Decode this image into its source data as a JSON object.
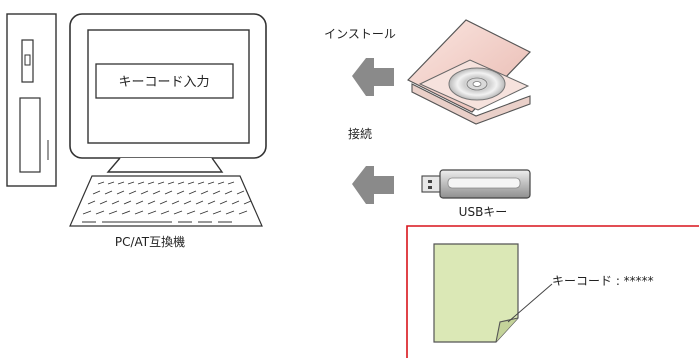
{
  "screen": {
    "input_label": "キーコード入力"
  },
  "computer_label": "PC/AT互換機",
  "install_label": "インストール",
  "connect_label": "接続",
  "usb_label": "USBキー",
  "keycode_label": "キーコード : *****",
  "colors": {
    "frame_border": "#d8141b",
    "sheet_fill": "#dbe8b6",
    "arrow_fill": "#8a8a8a",
    "cd_case": "#f3d6d0",
    "usb_body": "#cfcfcf"
  }
}
